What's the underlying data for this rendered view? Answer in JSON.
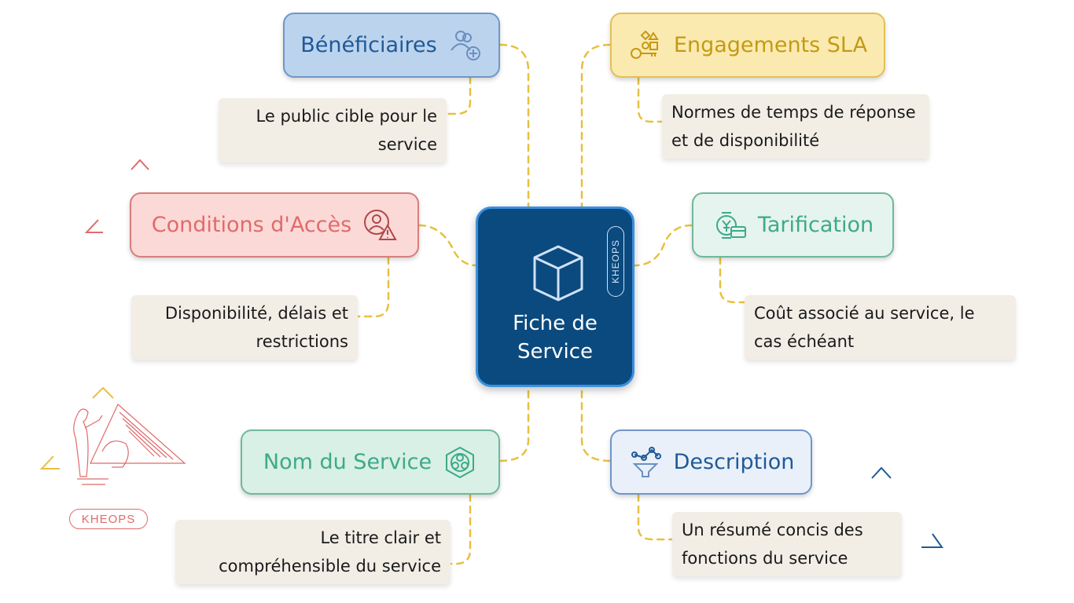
{
  "center": {
    "title": "Fiche de\nService",
    "brand": "KHEOPS"
  },
  "nodes": {
    "beneficiaires": {
      "label": "Bénéficiaires",
      "icon": "users-add-icon",
      "color": "#1f5a96",
      "bg": "#bcd3ee",
      "border": "#7096c8"
    },
    "engagements": {
      "label": "Engagements SLA",
      "icon": "shapes-key-icon",
      "color": "#c49a14",
      "bg": "#fbeab0",
      "border": "#e2c154"
    },
    "conditions": {
      "label": "Conditions d'Accès",
      "icon": "user-warning-icon",
      "color": "#e06b6b",
      "bg": "#fbd9d7",
      "border": "#d67f7c"
    },
    "tarification": {
      "label": "Tarification",
      "icon": "watch-yen-card-icon",
      "color": "#3fa98a",
      "bg": "#e5f4ee",
      "border": "#6fb99a"
    },
    "nom": {
      "label": "Nom du Service",
      "icon": "hexagon-molecule-icon",
      "color": "#3fa98a",
      "bg": "#d8f0e5",
      "border": "#6fb99a"
    },
    "description": {
      "label": "Description",
      "icon": "funnel-nodes-icon",
      "color": "#1f5a96",
      "bg": "#e9f0fa",
      "border": "#7096c8"
    }
  },
  "notes": {
    "beneficiaires": "Le public cible pour le service",
    "engagements": "Normes de temps de réponse et de disponibilité",
    "conditions": "Disponibilité, délais et restrictions",
    "tarification": "Coût associé au service, le cas échéant",
    "nom": "Le titre clair et compréhensible du service",
    "description": "Un résumé concis des fonctions du service"
  },
  "logo": {
    "text": "KHEOPS",
    "color": "#e06b6b"
  },
  "colors": {
    "connector": "#e8c040",
    "center_bg": "#0b4a7e",
    "center_border": "#3a8fe0"
  }
}
